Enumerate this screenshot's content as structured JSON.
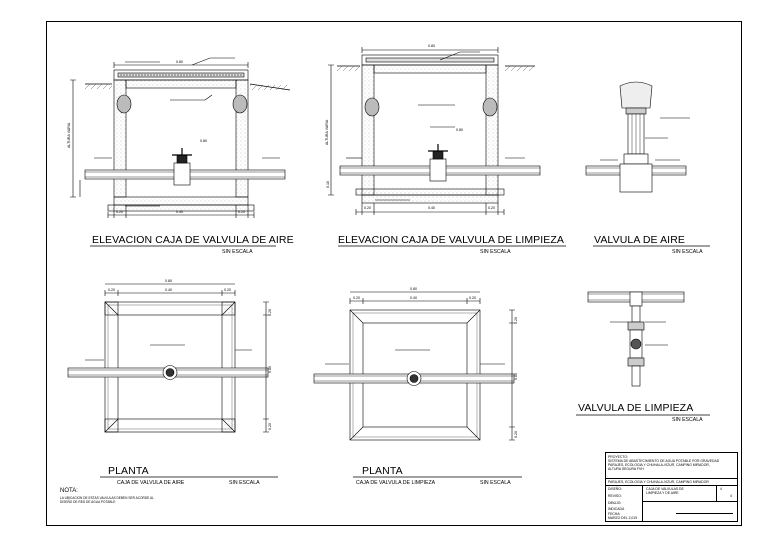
{
  "titles": {
    "elev_air": "ELEVACION CAJA DE VALVULA DE AIRE",
    "elev_limpieza": "ELEVACION CAJA DE VALVULA DE LIMPIEZA",
    "valvula_aire": "VALVULA DE AIRE",
    "valvula_limpieza": "VALVULA DE LIMPIEZA",
    "planta_1": "PLANTA",
    "planta_2": "PLANTA",
    "planta_1_sub": "CAJA DE VALVULA DE AIRE",
    "planta_2_sub": "CAJA DE VALVULA DE LIMPIEZA",
    "sin_escala": "SIN ESCALA"
  },
  "dims": {
    "d080": "0.80",
    "d040": "0.40",
    "d020": "0.20",
    "d015": "0.15",
    "d110": "1.10",
    "d010": "0.10",
    "altura": "ALTURA VARIA"
  },
  "notes": {
    "nota": "NOTA:",
    "nota_text_1": "LA UBICACION DE ESTAS VALVULAS DEBEN SER ACORDE AL",
    "nota_text_2": "DISEÑO DE RED DE AGUA POTABLE"
  },
  "title_block": {
    "proyecto_label": "PROYECTO:",
    "proyecto_1": "SISTEMA DE ABASTECIMIENTO DE AGUA POTABLE POR GRAVEDAD",
    "proyecto_2": "PARAJES, ECOLOGIA Y CHUHALA-VIZUR, CAMPING MIRADOR,",
    "proyecto_3": "ALTURA SEGURA FVH",
    "linea": "PARAJES, ECOLOGIA Y CHUHALA-VIZUR, CAMPING MIRADOR",
    "diseno": "DISEÑO:",
    "revision": "REVISO:",
    "dibujo": "DIBUJO:",
    "escala": "INDICADA",
    "fecha_label": "FECHA:",
    "fecha": "MARZO DEL 2,019",
    "contenido_1": "CAJA DE VALVULAS DE",
    "contenido_2": "LIMPIEZA Y DE AIRE",
    "hoja": "4",
    "hoja_total": "4"
  }
}
